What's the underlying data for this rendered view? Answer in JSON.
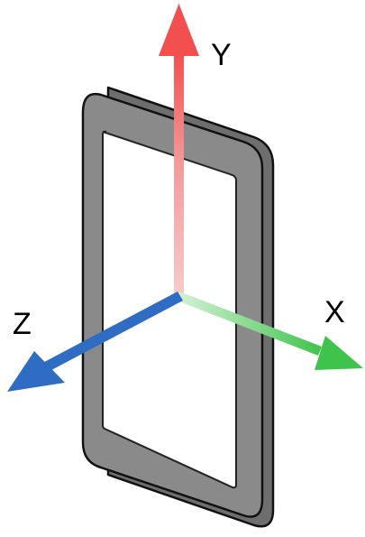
{
  "axes": {
    "x": {
      "label": "X",
      "color": "#3ec44b"
    },
    "y": {
      "label": "Y",
      "color": "#f2504f"
    },
    "z": {
      "label": "Z",
      "color": "#2f6cc4"
    }
  },
  "device": {
    "body_color": "#8a8a8a",
    "edge_color": "#6e6e6e",
    "outline_color": "#111111",
    "screen_color": "#ffffff"
  }
}
